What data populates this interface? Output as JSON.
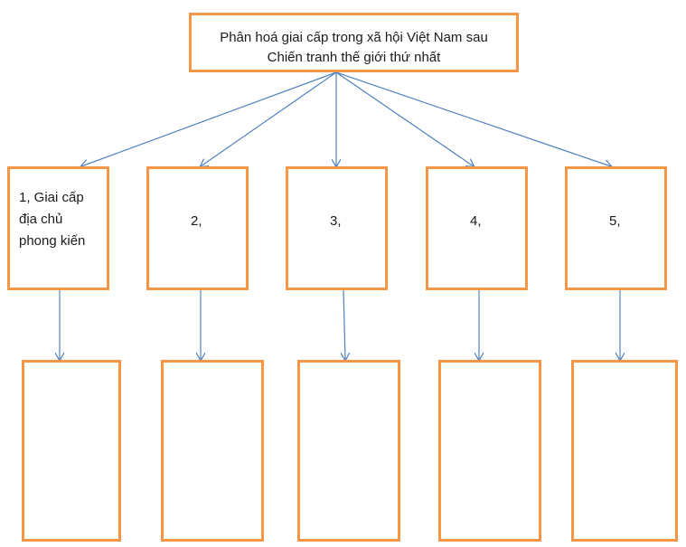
{
  "root": {
    "line1": "Phân hoá giai cấp trong xã hội Việt Nam sau",
    "line2": "Chiến tranh thế giới thứ nhất"
  },
  "classes": [
    {
      "label": "1, Giai cấp\nđịa chủ\nphong kiến"
    },
    {
      "label": "2,"
    },
    {
      "label": "3,"
    },
    {
      "label": "4,"
    },
    {
      "label": "5,"
    }
  ],
  "colors": {
    "box_border": "#f79646",
    "arrow": "#4f81bd"
  }
}
